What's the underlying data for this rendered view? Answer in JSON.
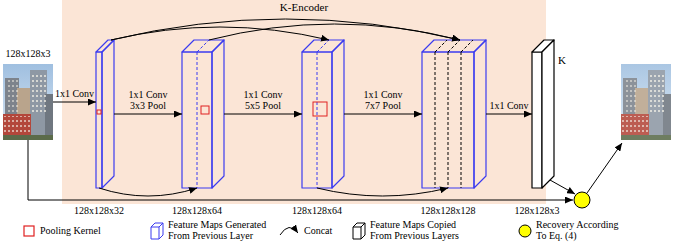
{
  "diagram": {
    "nodes": [
      {
        "text": [
          "K-Encoder"
        ]
      },
      {
        "text": [
          "128x128x3"
        ]
      },
      {
        "text": [
          "128x128x32"
        ],
        "in": 0
      },
      {
        "text": [
          "128x128x64"
        ],
        "in": 0
      },
      {
        "text": [
          "128x128x64"
        ],
        "in": 0
      },
      {
        "text": [
          "128x128x128"
        ],
        "in": 0
      },
      {
        "text": [
          "K",
          "128x128x3"
        ]
      }
    ],
    "edges": [
      {
        "from": 1,
        "to": 2,
        "arrow": "to",
        "label": "1x1 Conv"
      },
      {
        "from": 2,
        "to": 3,
        "arrow": "to",
        "label": "1x1 Conv 3x3 Pool"
      },
      {
        "from": 3,
        "to": 4,
        "arrow": "to",
        "label": "1x1 Conv 5x5 Pool"
      },
      {
        "from": 4,
        "to": 5,
        "arrow": "to",
        "label": "1x1 Conv 7x7 Pool"
      },
      {
        "from": 5,
        "to": 6,
        "arrow": "to",
        "label": "1x1 Conv"
      },
      {
        "from": 2,
        "to": 4,
        "arrow": "to"
      },
      {
        "from": 2,
        "to": 5,
        "arrow": "to"
      },
      {
        "from": 3,
        "to": 5,
        "arrow": "to"
      },
      {
        "from": 2,
        "to": 3,
        "arrow": "to"
      },
      {
        "from": 4,
        "to": 5,
        "arrow": "to"
      }
    ],
    "legend": [
      {
        "text": "Pooling Kernel"
      },
      {
        "text": "Feature Maps Generated From Previous Layer"
      },
      {
        "text": "Concat"
      },
      {
        "text": "Feature Maps Copied From Previous Layers"
      },
      {
        "text": "Recovery According To Eq. (4)",
        "color": "#ffff00"
      }
    ]
  }
}
